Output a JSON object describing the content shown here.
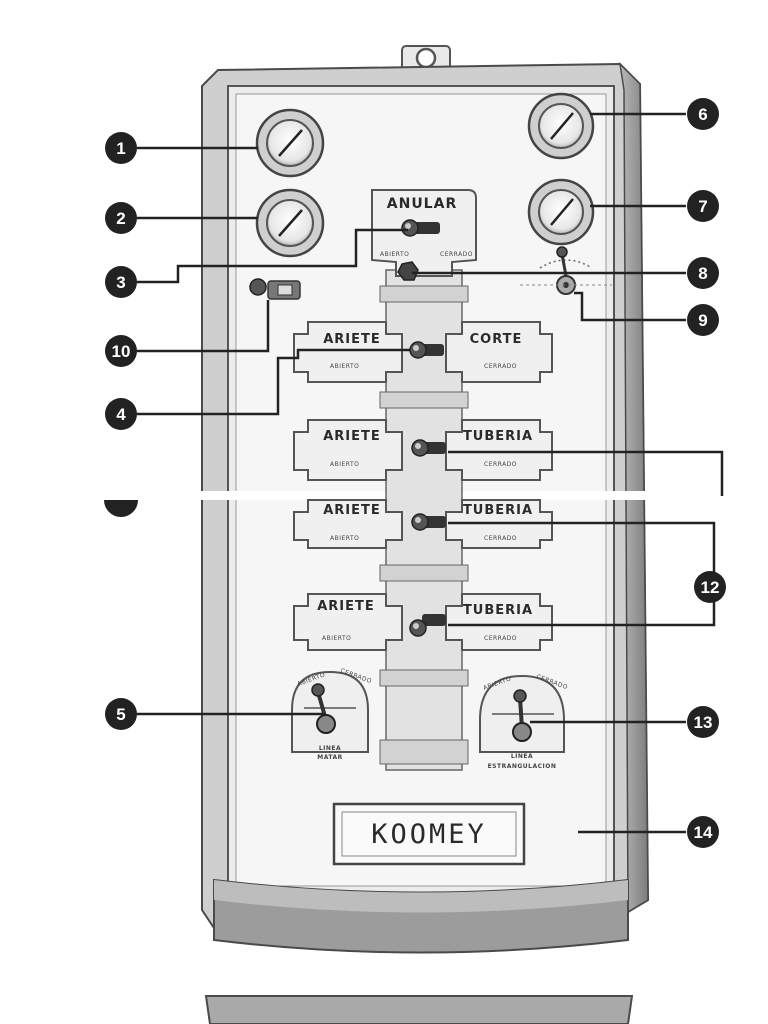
{
  "panel": {
    "header_label": "ANULAR",
    "header_left": "ABIERTO",
    "header_right": "CERRADO",
    "rows": [
      {
        "left": "ARIETE",
        "right": "CORTE",
        "sub_left": "ABIERTO",
        "sub_right": "CERRADO"
      },
      {
        "left": "ARIETE",
        "right": "TUBERIA",
        "sub_left": "ABIERTO",
        "sub_right": "CERRADO"
      },
      {
        "left": "ARIETE",
        "right": "TUBERIA",
        "sub_left": "ABIERTO",
        "sub_right": "CERRADO"
      },
      {
        "left": "ARIETE",
        "right": "TUBERIA",
        "sub_left": "ABIERTO",
        "sub_right": "CERRADO"
      }
    ],
    "valve_left": {
      "open": "ABIERTO",
      "closed": "CERRADO",
      "line1": "LINEA",
      "line2": "MATAR"
    },
    "valve_right": {
      "open": "ABIERTO",
      "closed": "CERRADO",
      "line1": "LINEA",
      "line2": "ESTRANGULACION"
    },
    "brand": "KOOMEY"
  },
  "callouts": [
    "1",
    "2",
    "3",
    "4",
    "5",
    "6",
    "7",
    "8",
    "9",
    "10",
    "12",
    "13",
    "14"
  ]
}
